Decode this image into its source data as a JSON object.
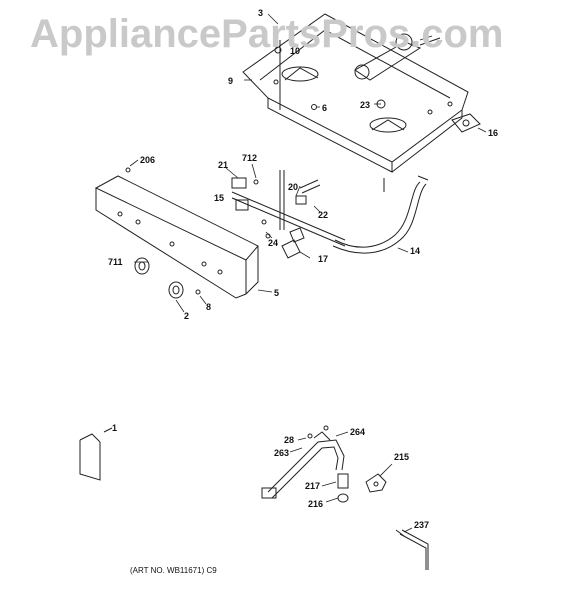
{
  "watermark": "AppliancePartsPros.com",
  "art_number": "(ART NO. WB11671) C9",
  "callouts": {
    "c3": "3",
    "c10": "10",
    "c9": "9",
    "c23": "23",
    "c6": "6",
    "c16": "16",
    "c206": "206",
    "c712": "712",
    "c21": "21",
    "c20": "20",
    "c15": "15",
    "c22": "22",
    "c24": "24",
    "c17": "17",
    "c14": "14",
    "c711": "711",
    "c5": "5",
    "c2": "2",
    "c8": "8",
    "c1": "1",
    "c264": "264",
    "c28": "28",
    "c263": "263",
    "c215": "215",
    "c217": "217",
    "c216": "216",
    "c237": "237"
  },
  "colors": {
    "line": "#222222",
    "watermark": "#c9c9c9",
    "background": "#ffffff"
  }
}
